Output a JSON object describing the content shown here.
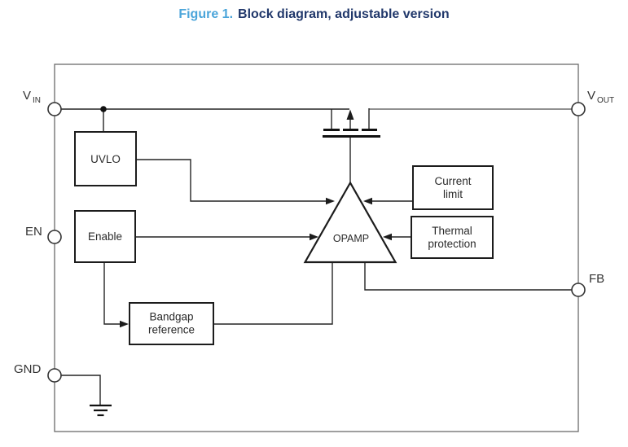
{
  "title": {
    "prefix": "Figure 1.",
    "text": "Block diagram, adjustable version"
  },
  "pins": {
    "vin": {
      "name": "V",
      "sub": "IN"
    },
    "vout": {
      "name": "V",
      "sub": "OUT"
    },
    "en": {
      "label": "EN"
    },
    "fb": {
      "label": "FB"
    },
    "gnd": {
      "label": "GND"
    }
  },
  "blocks": {
    "uvlo": {
      "label": "UVLO"
    },
    "enable": {
      "label": "Enable"
    },
    "bandgap_reference": {
      "line1": "Bandgap",
      "line2": "reference"
    },
    "current_limit": {
      "line1": "Current",
      "line2": "limit"
    },
    "thermal_protection": {
      "line1": "Thermal",
      "line2": "protection"
    },
    "opamp": {
      "label": "OPAMP"
    }
  },
  "colors": {
    "figure_label_blue": "#4BA5DA",
    "title_navy": "#21386B",
    "line_dark": "#242424",
    "outline_gray": "#6B6B6B"
  }
}
